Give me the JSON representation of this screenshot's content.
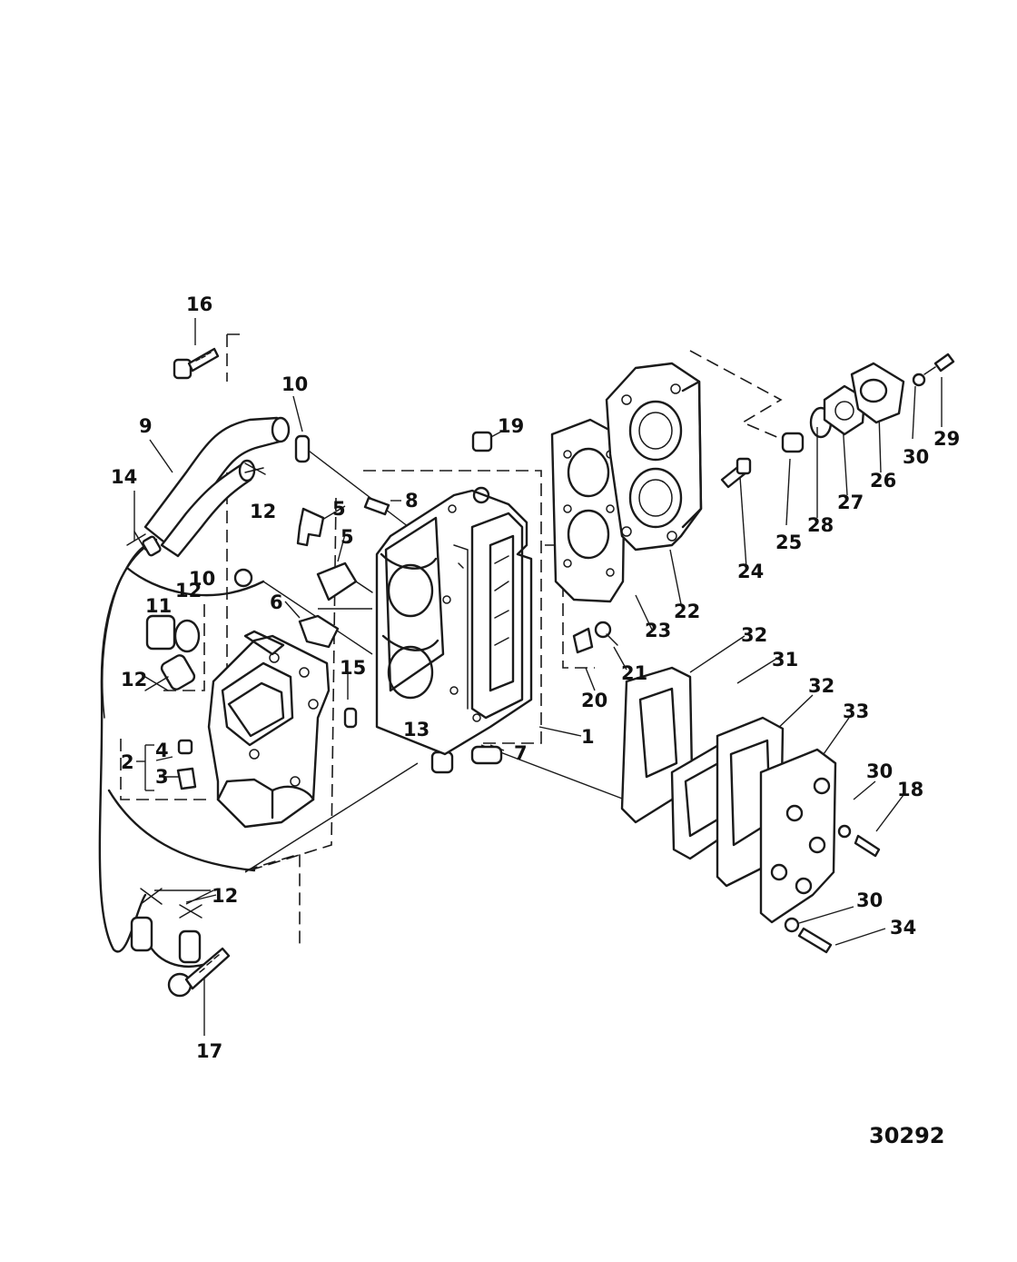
{
  "diagram": {
    "drawing_number": "30292",
    "callouts": {
      "c1": "1",
      "c2": "2",
      "c3": "3",
      "c4": "4",
      "c5a": "5",
      "c5b": "5",
      "c6": "6",
      "c7": "7",
      "c8": "8",
      "c9": "9",
      "c10a": "10",
      "c10b": "10",
      "c11": "11",
      "c12a": "12",
      "c12b": "12",
      "c12c": "12",
      "c12d": "12",
      "c13": "13",
      "c14": "14",
      "c15": "15",
      "c16": "16",
      "c17": "17",
      "c18": "18",
      "c19": "19",
      "c20": "20",
      "c21": "21",
      "c22": "22",
      "c23": "23",
      "c24": "24",
      "c25": "25",
      "c26": "26",
      "c27": "27",
      "c28": "28",
      "c29": "29",
      "c30a": "30",
      "c30b": "30",
      "c30c": "30",
      "c31": "31",
      "c32a": "32",
      "c32b": "32",
      "c33": "33",
      "c34": "34"
    }
  }
}
